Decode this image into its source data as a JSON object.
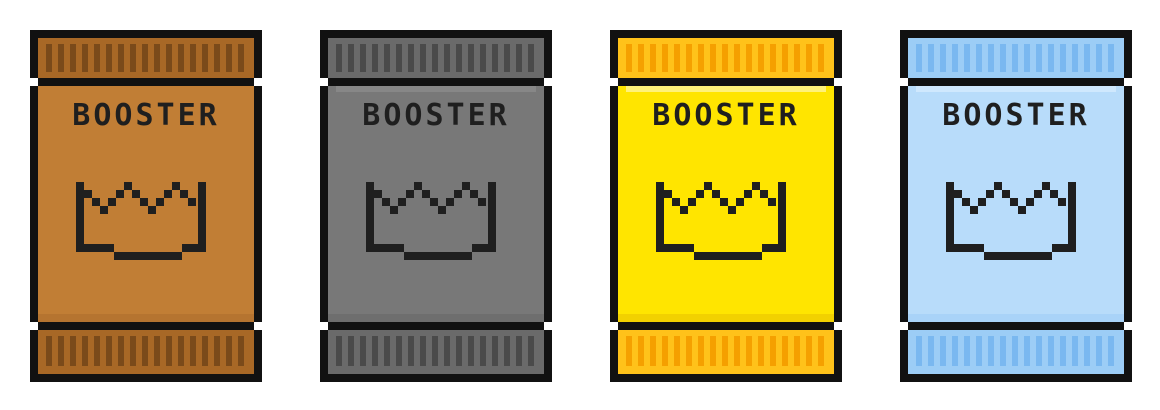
{
  "packs": [
    {
      "label": "BOOSTER",
      "icon": "crown-icon",
      "colors": {
        "body": "#c17e35",
        "stripe_light": "#a86826",
        "stripe_dark": "#7a4a1a",
        "highlight": "#c17e35",
        "shadow": "#b57430"
      }
    },
    {
      "label": "BOOSTER",
      "icon": "crown-icon",
      "colors": {
        "body": "#787878",
        "stripe_light": "#6a6a6a",
        "stripe_dark": "#4a4a4a",
        "highlight": "#878787",
        "shadow": "#6e6e6e"
      }
    },
    {
      "label": "BOOSTER",
      "icon": "crown-icon",
      "colors": {
        "body": "#ffe500",
        "stripe_light": "#ffc21a",
        "stripe_dark": "#f5a000",
        "highlight": "#fff27a",
        "shadow": "#f2d100"
      }
    },
    {
      "label": "BOOSTER",
      "icon": "crown-icon",
      "colors": {
        "body": "#b8dcfa",
        "stripe_light": "#9ccdf6",
        "stripe_dark": "#7ab8f0",
        "highlight": "#cfe8fd",
        "shadow": "#a9d3f8"
      }
    }
  ]
}
